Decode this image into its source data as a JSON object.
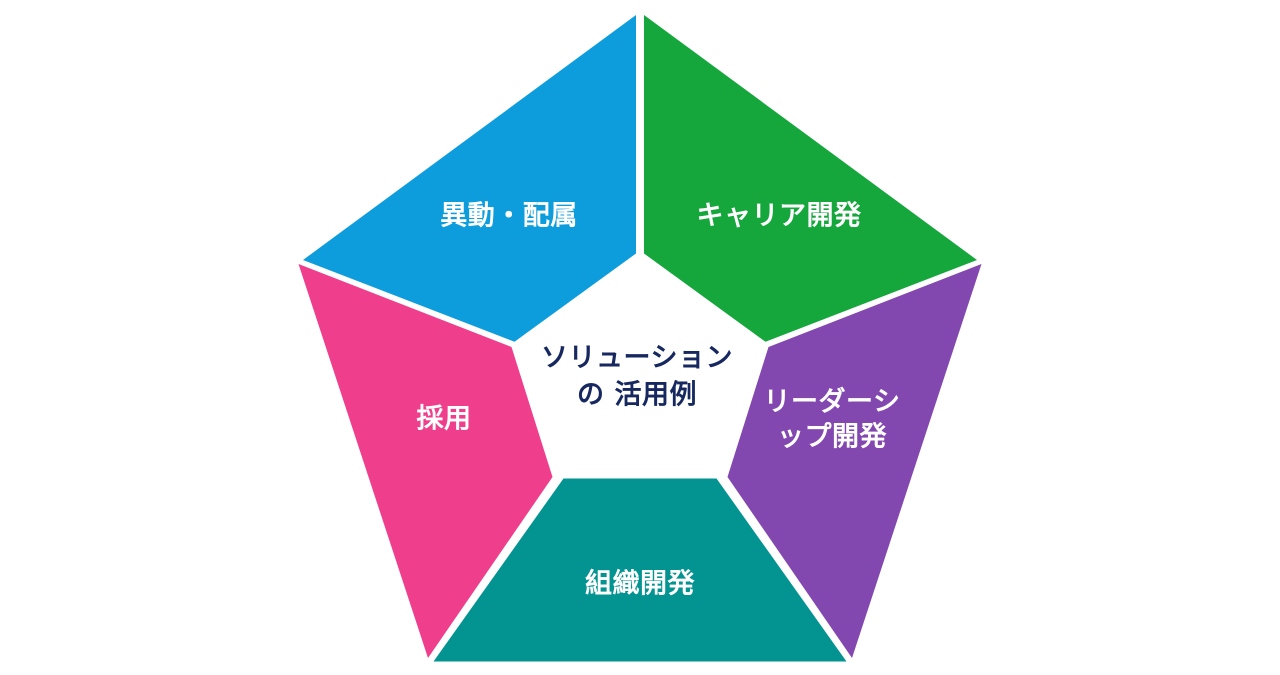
{
  "diagram": {
    "type": "pentagon-segment-diagram",
    "background_color": "#ffffff",
    "center": {
      "line1": "ソリューション",
      "line2": "の 活用例",
      "text_color": "#16285f"
    },
    "segments": [
      {
        "id": "career-development",
        "label": "キャリア開発",
        "color": "#15a63c",
        "text_color": "#ffffff",
        "position": "top-right"
      },
      {
        "id": "leadership-development",
        "label_line1": "リーダーシ",
        "label_line2": "ップ開発",
        "label_full": "リーダーシップ開発",
        "color": "#8347b0",
        "text_color": "#ffffff",
        "position": "right"
      },
      {
        "id": "organization-development",
        "label": "組織開発",
        "color": "#039391",
        "text_color": "#ffffff",
        "position": "bottom"
      },
      {
        "id": "recruitment",
        "label": "採用",
        "color": "#ef3e8c",
        "text_color": "#ffffff",
        "position": "left"
      },
      {
        "id": "transfer-assignment",
        "label": "異動・配属",
        "color": "#0d9ddd",
        "text_color": "#ffffff",
        "position": "top-left"
      }
    ]
  }
}
